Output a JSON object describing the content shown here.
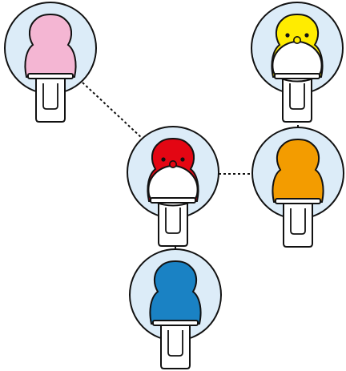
{
  "colors": {
    "background": "#ffffff",
    "outline": "#111111",
    "circle_fill": "#dcecf8",
    "body_white": "#ffffff"
  },
  "nodes": [
    {
      "id": "pink",
      "name": "pink-figure",
      "fill": "#f4b6d3",
      "face": false,
      "bib": false
    },
    {
      "id": "yellow",
      "name": "yellow-figure",
      "fill": "#ffec00",
      "face": true,
      "bib": true
    },
    {
      "id": "red",
      "name": "red-figure",
      "fill": "#e30613",
      "face": true,
      "bib": true
    },
    {
      "id": "orange",
      "name": "orange-figure",
      "fill": "#f39c00",
      "face": false,
      "bib": false
    },
    {
      "id": "blue",
      "name": "blue-figure",
      "fill": "#1a82c4",
      "face": false,
      "bib": false
    }
  ],
  "links": [
    {
      "from": "pink",
      "to": "red"
    },
    {
      "from": "red",
      "to": "orange"
    },
    {
      "from": "yellow",
      "to": "orange"
    },
    {
      "from": "red",
      "to": "blue"
    }
  ]
}
